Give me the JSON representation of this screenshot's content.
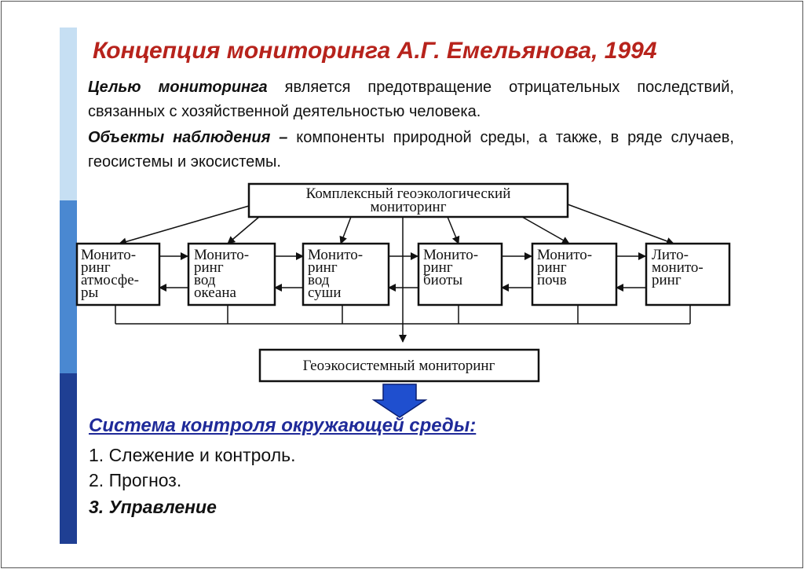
{
  "title": "Концепция мониторинга А.Г. Емельянова, 1994",
  "paragraph1": {
    "term": "Целью мониторинга",
    "text": " является предотвращение отрицательных последствий, связанных с хозяйственной деятельностью человека."
  },
  "paragraph2": {
    "term": "Объекты наблюдения –",
    "text": " компоненты природной среды, а также, в ряде случаев, геосистемы и экосистемы."
  },
  "diagram": {
    "top_node": [
      "Комплексный геоэкологический",
      "мониторинг"
    ],
    "nodes": [
      [
        "Монито-",
        "ринг",
        "атмосфе-",
        "ры"
      ],
      [
        "Монито-",
        "ринг",
        "вод",
        "океана"
      ],
      [
        "Монито-",
        "ринг",
        "вод",
        "суши"
      ],
      [
        "Монито-",
        "ринг",
        "биоты"
      ],
      [
        "Монито-",
        "ринг",
        "почв"
      ],
      [
        "Лито-",
        "монито-",
        "ринг"
      ]
    ],
    "bottom_node": "Геоэкосистемный мониторинг"
  },
  "system": {
    "heading": "Система контроля окружающей среды:",
    "items": [
      "1. Слежение и контроль.",
      "2. Прогноз.",
      "3. Управление"
    ]
  },
  "colors": {
    "title": "#b7231c",
    "heading": "#1f2a99",
    "arrow_fill": "#1f4fcf",
    "bar_light": "#c6dff3",
    "bar_mid": "#4a88d1",
    "bar_dark": "#1f3f93"
  }
}
